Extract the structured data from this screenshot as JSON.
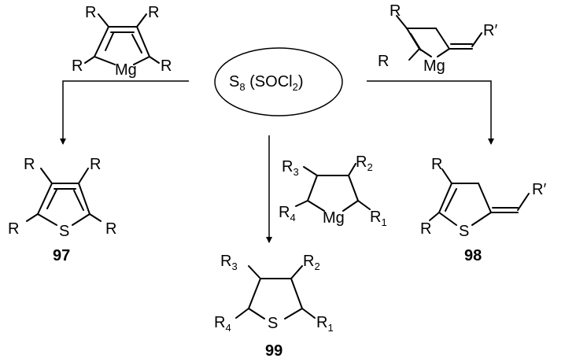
{
  "colors": {
    "magnesium": "#e0141b",
    "sulfur": "#1c1ce0",
    "reagent": "#1c1ce0",
    "bond": "#000000"
  },
  "reagent": {
    "base": "S",
    "sub": "8",
    "paren": " (SOCl",
    "sub2": "2",
    "close": ")"
  },
  "atoms": {
    "mg": "Mg",
    "s": "S"
  },
  "substituents": {
    "r": "R",
    "r_prime": "R′",
    "r_base": "R",
    "r1_sub": "1",
    "r2_sub": "2",
    "r3_sub": "3",
    "r4_sub": "4"
  },
  "compounds": {
    "thiophene": "97",
    "dihydrothiophene": "98",
    "tetrahydrothiophene": "99"
  }
}
